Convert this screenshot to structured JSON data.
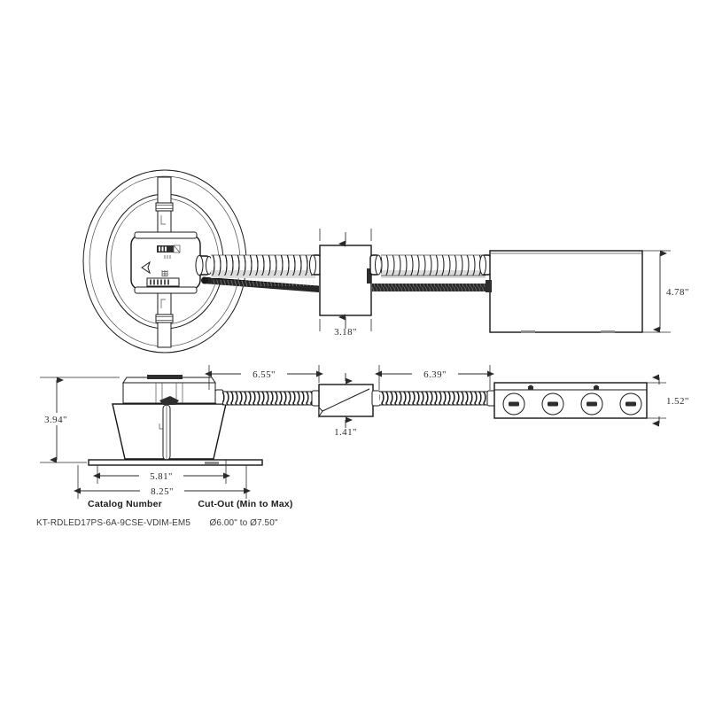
{
  "document": {
    "kind": "technical-dimensional-drawing",
    "background_color": "#ffffff",
    "line_color": "#1a1a1a"
  },
  "views": {
    "top": {
      "name": "top-view",
      "label": "",
      "components": [
        "recessed-can-top-view",
        "flex-conduit",
        "junction-box-top-view",
        "emergency-battery-pack-top-view"
      ]
    },
    "side": {
      "name": "side-elevation-view",
      "label": "",
      "components": [
        "recessed-can-side-view",
        "flex-conduit",
        "junction-box-side-view",
        "emergency-battery-pack-side-view"
      ]
    }
  },
  "dimensions": {
    "junction_box_top_width": "3.18\"",
    "battery_pack_height": "4.78\"",
    "conduit_run_left": "6.55\"",
    "conduit_run_right": "6.39\"",
    "junction_box_side_height": "1.41\"",
    "fixture_height": "3.94\"",
    "fixture_inner_diameter": "5.81\"",
    "fixture_flange_diameter": "8.25\"",
    "battery_pack_thickness": "1.52\""
  },
  "table": {
    "headers": {
      "catalog": "Catalog Number",
      "cutout": "Cut-Out (Min to Max)"
    },
    "row": {
      "catalog_number": "KT-RDLED17PS-6A-9CSE-VDIM-EM5",
      "cutout_range": "Ø6.00\" to Ø7.50\""
    }
  }
}
